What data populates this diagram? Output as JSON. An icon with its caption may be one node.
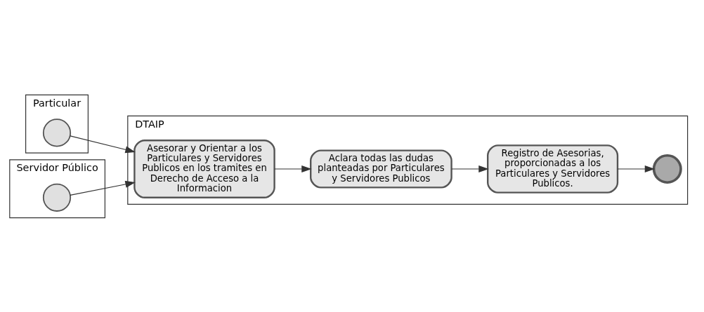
{
  "diagram": {
    "nodes": [
      {
        "text": [
          "Particular"
        ]
      },
      {
        "text": [
          "DTAIP"
        ]
      },
      {
        "text": [
          "Servidor Público"
        ]
      },
      {
        "text": [],
        "shape": "circle",
        "in": 0
      },
      {
        "text": [
          "Asesorar y Orientar a los Particulares y Servidores Publicos en los tramites en Derecho de Acceso a la Informacion"
        ],
        "in": 1
      },
      {
        "text": [
          "Aclara todas las dudas planteadas por Particulares y Servidores Publicos"
        ],
        "in": 1
      },
      {
        "text": [
          "Registro de Asesorias, proporcionadas a los Particulares y Servidores Publicos."
        ],
        "in": 1
      },
      {
        "text": [],
        "shape": "circle",
        "in": 1
      },
      {
        "text": [],
        "shape": "circle",
        "in": 2
      }
    ],
    "edges": [
      {
        "from": 3,
        "to": 4,
        "arrow": "to"
      },
      {
        "from": 8,
        "to": 4,
        "arrow": "to"
      },
      {
        "from": 4,
        "to": 5,
        "arrow": "to"
      },
      {
        "from": 5,
        "to": 6,
        "arrow": "to"
      },
      {
        "from": 6,
        "to": 7,
        "arrow": "to"
      }
    ]
  }
}
